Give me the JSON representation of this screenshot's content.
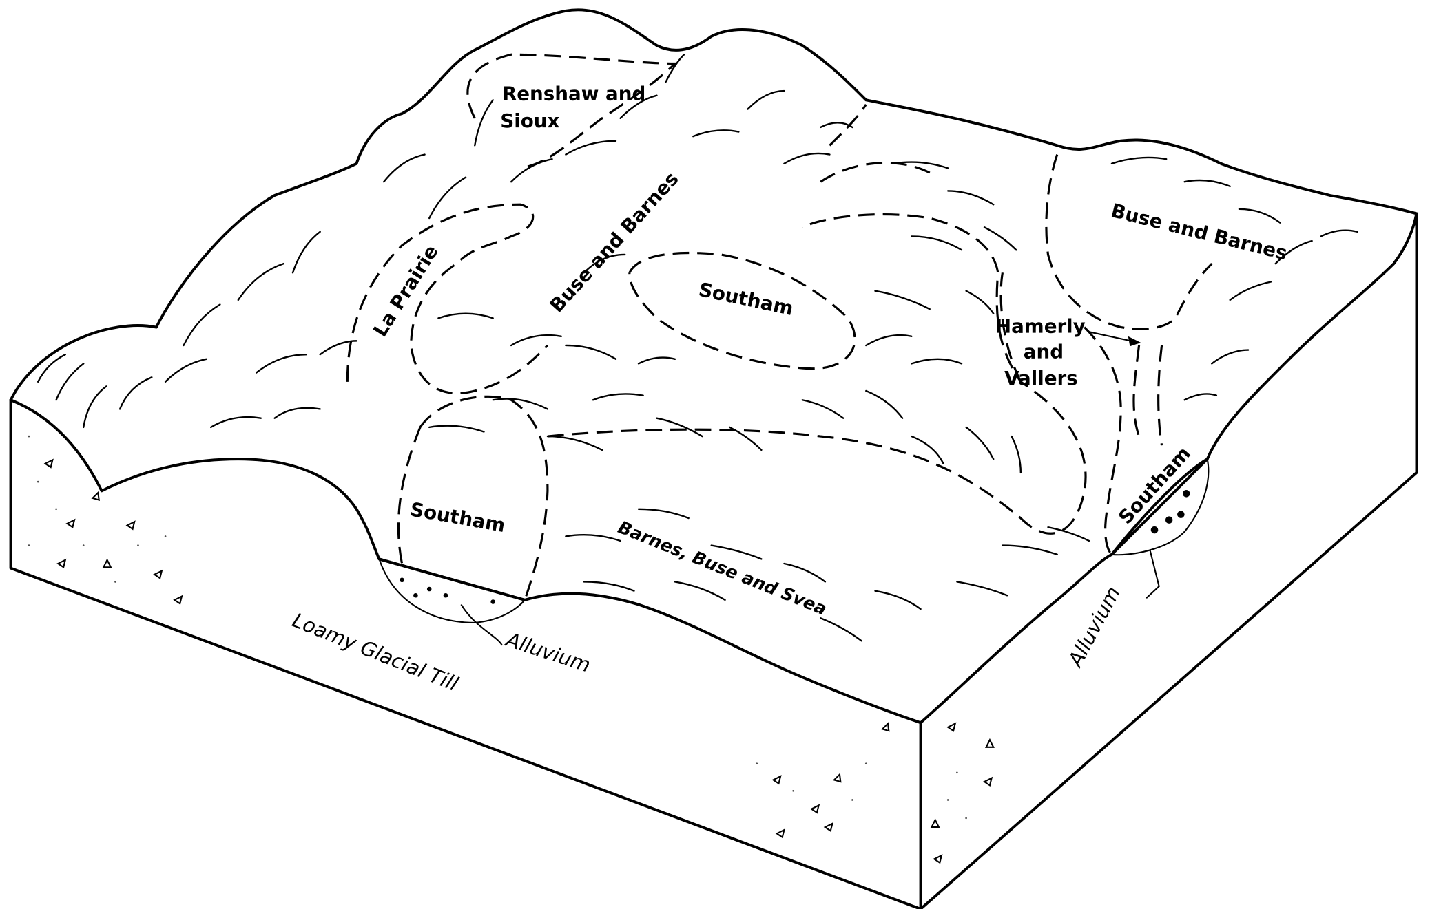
{
  "labels": {
    "renshaw_sioux_1": "Renshaw and",
    "renshaw_sioux_2": "Sioux",
    "buse_barnes_center": "Buse and Barnes",
    "la_prairie": "La Prairie",
    "southam_center": "Southam",
    "buse_barnes_right": "Buse and Barnes",
    "hamerly_1": "Hamerly",
    "hamerly_2": "and",
    "hamerly_3": "Vallers",
    "southam_front": "Southam",
    "barnes_buse_svea": "Barnes, Buse and Svea",
    "southam_right": "Southam",
    "alluvium_front": "Alluvium",
    "alluvium_right": "Alluvium",
    "loamy_glacial_till": "Loamy Glacial Till"
  }
}
